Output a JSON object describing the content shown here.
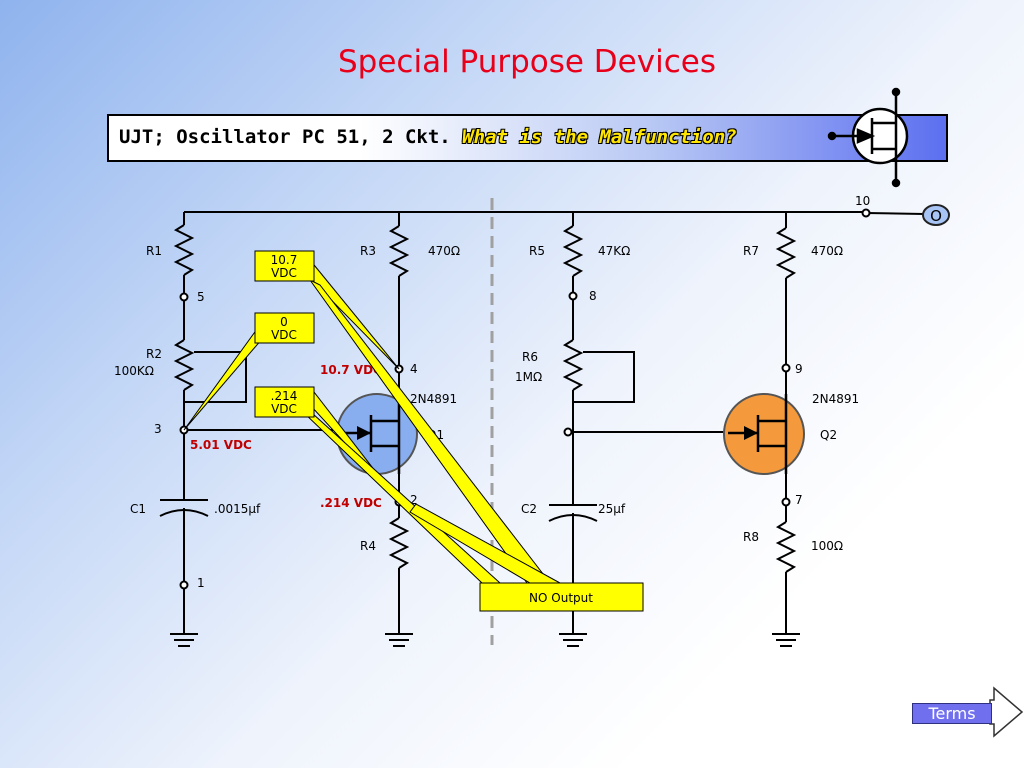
{
  "title": "Special Purpose Devices",
  "header": {
    "text": "UJT;  Oscillator PC 51, 2 Ckt.",
    "question": "What is the Malfunction?"
  },
  "components": {
    "r1": "R1",
    "r2": "R2",
    "r2_value": "100KΩ",
    "r3": "R3",
    "r3_value": "470Ω",
    "r4": "R4",
    "r5": "R5",
    "r5_value": "47KΩ",
    "r6": "R6",
    "r6_value": "1MΩ",
    "r7": "R7",
    "r7_value": "470Ω",
    "r8": "R8",
    "r8_value": "100Ω",
    "c1": "C1",
    "c1_value": ".0015μf",
    "c2": "C2",
    "c2_value": "25μf",
    "q1": "Q1",
    "q1_part": "2N4891",
    "q2": "Q2",
    "q2_part": "2N4891",
    "output_terminal": "O"
  },
  "nodes": [
    "1",
    "2",
    "3",
    "4",
    "5",
    "7",
    "8",
    "9",
    "10"
  ],
  "readings": {
    "node4": "10.7 VDC",
    "node3": "5.01 VDC",
    "node2": ".214 VDC"
  },
  "callouts": {
    "c1_line1": "10.7",
    "c1_line2": "VDC",
    "c2_line1": "0",
    "c2_line2": "VDC",
    "c3_line1": ".214",
    "c3_line2": "VDC",
    "no_output": "NO Output"
  },
  "terms_button": "Terms",
  "colors": {
    "title": "#e8001a",
    "q1_fill": "#88aef0",
    "q2_fill": "#f59a3c",
    "callout_fill": "#ffff00",
    "reading": "#c00000"
  }
}
